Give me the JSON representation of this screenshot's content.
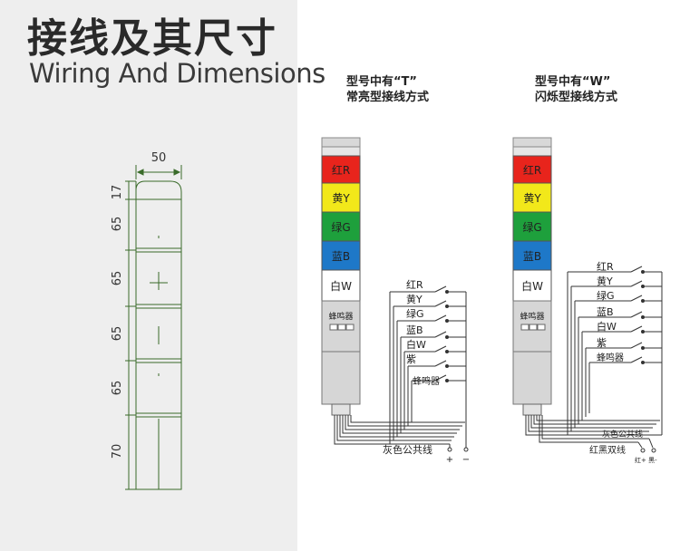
{
  "header": {
    "title_cn": "接线及其尺寸",
    "title_en": "Wiring And Dimensions"
  },
  "dimensions": {
    "width": "50",
    "heights": [
      "17",
      "65",
      "65",
      "65",
      "65",
      "70"
    ]
  },
  "diagram_t": {
    "caption_line1": "型号中有“T”",
    "caption_line2": "常亮型接线方式",
    "tower": {
      "segments": [
        {
          "label": "红R",
          "color": "#e8241c"
        },
        {
          "label": "黄Y",
          "color": "#f2e81a"
        },
        {
          "label": "绿G",
          "color": "#1ea03c"
        },
        {
          "label": "蓝B",
          "color": "#1e78c8"
        },
        {
          "label": "白W",
          "color": "#ffffff"
        }
      ],
      "buzzer_label": "蜂鸣器"
    },
    "wires": [
      "红R",
      "黄Y",
      "绿G",
      "蓝B",
      "白W",
      "紫",
      "蜂鸣器"
    ],
    "common_label": "灰色公共线",
    "plus": "+",
    "minus": "−"
  },
  "diagram_w": {
    "caption_line1": "型号中有“W”",
    "caption_line2": "闪烁型接线方式",
    "tower": {
      "segments": [
        {
          "label": "红R",
          "color": "#e8241c"
        },
        {
          "label": "黄Y",
          "color": "#f2e81a"
        },
        {
          "label": "绿G",
          "color": "#1ea03c"
        },
        {
          "label": "蓝B",
          "color": "#1e78c8"
        },
        {
          "label": "白W",
          "color": "#ffffff"
        }
      ],
      "buzzer_label": "蜂鸣器"
    },
    "wires": [
      "红R",
      "黄Y",
      "绿G",
      "蓝B",
      "白W",
      "紫",
      "蜂鸣器"
    ],
    "common_label": "灰色公共线",
    "flash_label": "红黑双线",
    "flash_terminals": "红+ 黑-"
  },
  "colors": {
    "dimension_line": "#3a6b2a",
    "wire": "#333333",
    "housing": "#cfcfcf"
  }
}
